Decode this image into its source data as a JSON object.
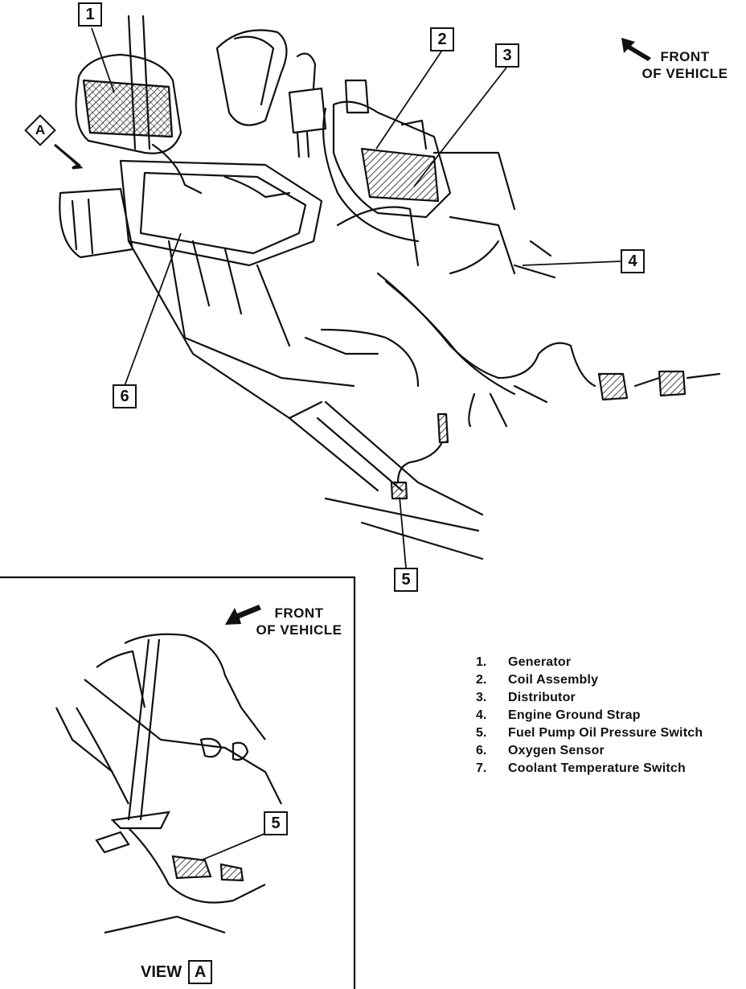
{
  "front_of_vehicle_main": "FRONT\nOF VEHICLE",
  "front_of_vehicle_inset": "FRONT\nOF VEHICLE",
  "view_ref": "A",
  "callouts": {
    "c1": "1",
    "c2": "2",
    "c3": "3",
    "c4": "4",
    "c5": "5",
    "c6": "6",
    "c5_inset": "5"
  },
  "legend": [
    {
      "num": "1.",
      "label": "Generator"
    },
    {
      "num": "2.",
      "label": "Coil Assembly"
    },
    {
      "num": "3.",
      "label": "Distributor"
    },
    {
      "num": "4.",
      "label": "Engine Ground Strap"
    },
    {
      "num": "5.",
      "label": "Fuel Pump Oil Pressure Switch"
    },
    {
      "num": "6.",
      "label": "Oxygen Sensor"
    },
    {
      "num": "7.",
      "label": "Coolant Temperature Switch"
    }
  ],
  "view_label": {
    "word": "VIEW",
    "letter": "A"
  },
  "icons": {
    "arrow": "arrow-icon",
    "hatch": "crosshatch-pattern"
  }
}
